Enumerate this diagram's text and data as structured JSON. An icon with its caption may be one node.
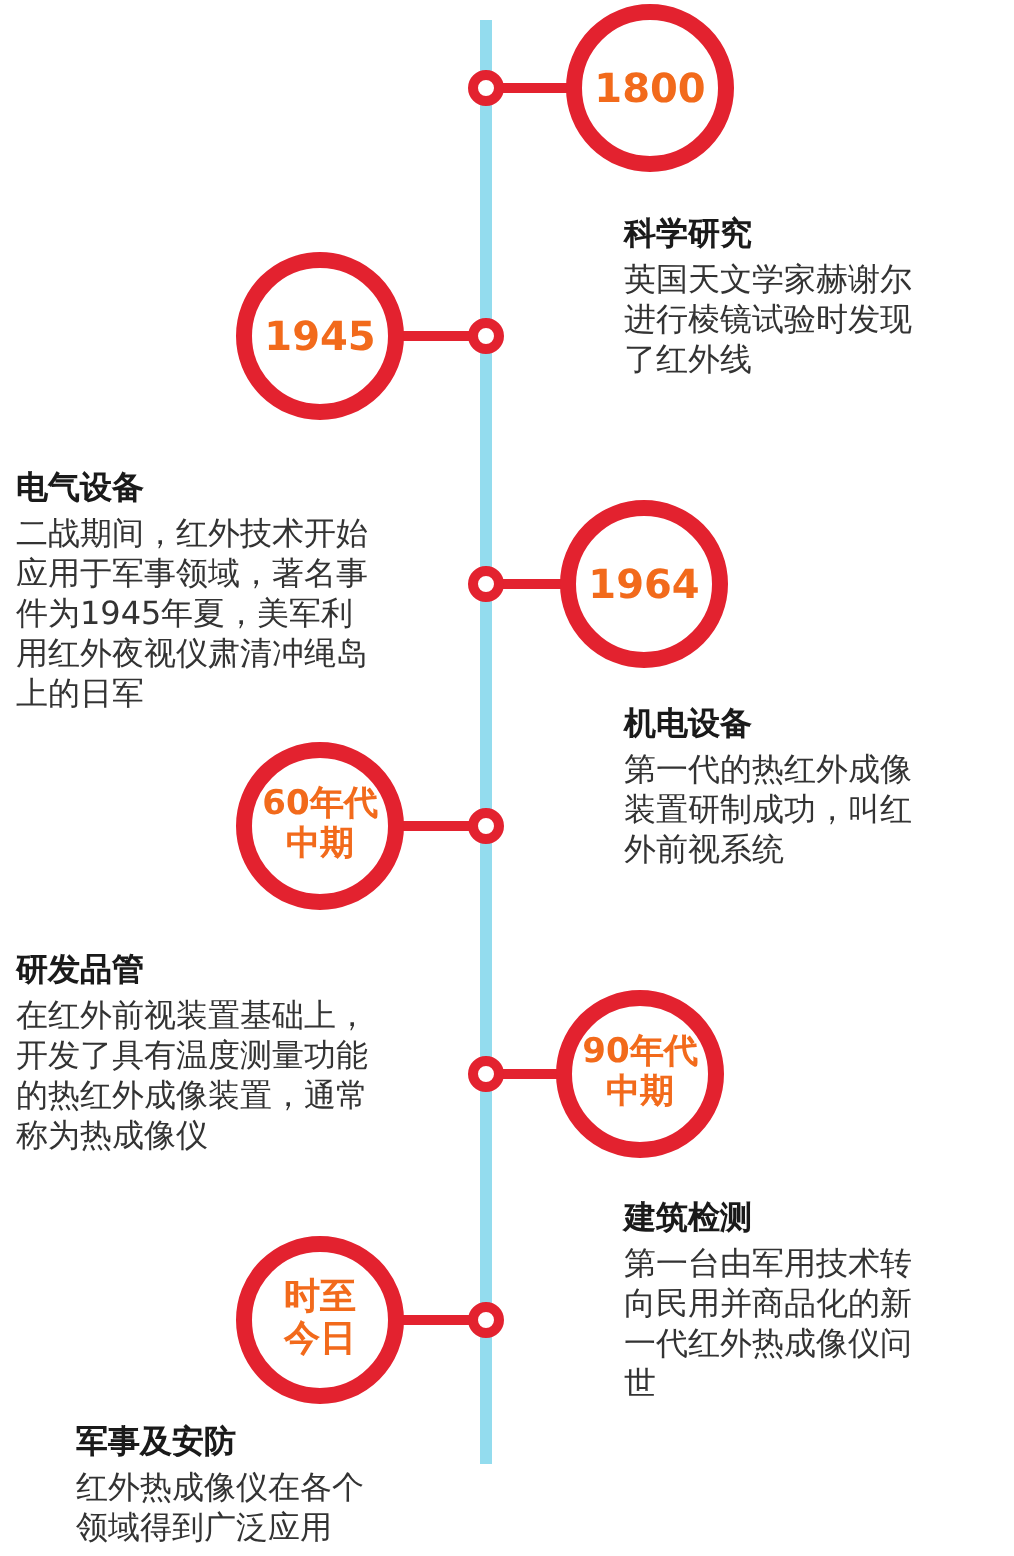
{
  "diagram": {
    "nodes": [
      {
        "text": [
          "1800"
        ],
        "beside": [
          "科学研究",
          "英国天文学家赫谢尔进行棱镜试验时发现了红外线"
        ]
      },
      {
        "text": [],
        "shape": "circle"
      },
      {
        "text": [
          "1945"
        ],
        "beside": [
          "电气设备",
          "二战期间，红外技术开始应用于军事领域，著名事件为1945年夏，美军利用红外夜视仪肃清冲绳岛上的日军"
        ]
      },
      {
        "text": [],
        "shape": "circle"
      },
      {
        "text": [
          "1964"
        ],
        "beside": [
          "机电设备",
          "第一代的热红外成像装置研制成功，叫红外前视系统"
        ]
      },
      {
        "text": [],
        "shape": "circle"
      },
      {
        "text": [
          "60年代中期"
        ],
        "beside": [
          "研发品管",
          "在红外前视装置基础上，开发了具有温度测量功能的热红外成像装置，通常称为热成像仪"
        ]
      },
      {
        "text": [],
        "shape": "circle"
      },
      {
        "text": [
          "90年代中期"
        ],
        "beside": [
          "建筑检测",
          "第一台由军用技术转向民用并商品化的新一代红外热成像仪问世"
        ]
      },
      {
        "text": [],
        "shape": "circle"
      },
      {
        "text": [
          "时至今日"
        ],
        "beside": [
          "军事及安防",
          "红外热成像仪在各个领域得到广泛应用"
        ]
      },
      {
        "text": [],
        "shape": "circle"
      }
    ],
    "edges": [
      {
        "from": 0,
        "to": 1,
        "arrow": "none"
      },
      {
        "from": 2,
        "to": 3,
        "arrow": "none"
      },
      {
        "from": 4,
        "to": 5,
        "arrow": "none"
      },
      {
        "from": 6,
        "to": 7,
        "arrow": "none"
      },
      {
        "from": 8,
        "to": 9,
        "arrow": "none"
      },
      {
        "from": 10,
        "to": 11,
        "arrow": "none"
      }
    ]
  }
}
